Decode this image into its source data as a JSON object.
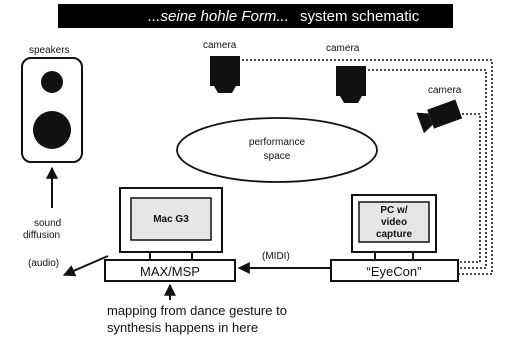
{
  "title": {
    "italic": "...seine hohle Form...",
    "main": "system schematic"
  },
  "labels": {
    "speakers": "speakers",
    "camera_1": "camera",
    "camera_2": "camera",
    "camera_3": "camera",
    "performance_line1": "performance",
    "performance_line2": "space",
    "sound_diffusion_line1": "sound",
    "sound_diffusion_line2": "diffusion",
    "audio": "(audio)",
    "midi": "(MIDI)",
    "mac": "Mac G3",
    "pc_line1": "PC w/",
    "pc_line2": "video",
    "pc_line3": "capture",
    "maxmsp": "MAX/MSP",
    "eyecon": "“EyeCon”",
    "caption_line1": "mapping from dance gesture to",
    "caption_line2": "synthesis happens in here"
  },
  "colors": {
    "title_bar": "#000000",
    "title_text": "#ffffff",
    "computer_screen": "#e6e6e6",
    "outline": "#111111"
  }
}
